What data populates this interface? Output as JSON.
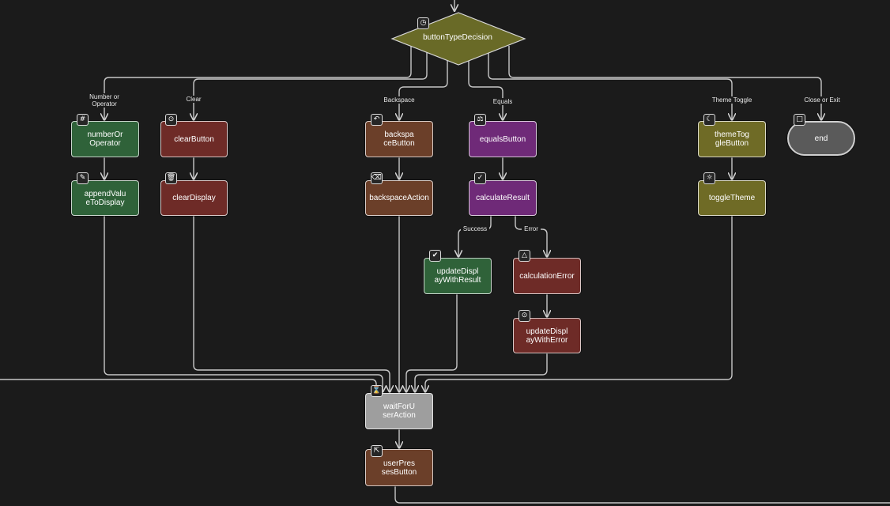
{
  "nodes": {
    "buttonTypeDecision": "buttonTypeDecision",
    "numberOrOperator": "numberOr\nOperator",
    "appendValueToDisplay": "appendValu\neToDisplay",
    "clearButton": "clearButton",
    "clearDisplay": "clearDisplay",
    "backspaceButton": "backspa\nceButton",
    "backspaceAction": "backspaceAction",
    "equalsButton": "equalsButton",
    "calculateResult": "calculateResult",
    "updateDisplayWithResult": "updateDispl\nayWithResult",
    "calculationError": "calculationError",
    "updateDisplayWithError": "updateDispl\nayWithError",
    "themeToggleButton": "themeTog\ngleButton",
    "toggleTheme": "toggleTheme",
    "end": "end",
    "waitForUserAction": "waitForU\nserAction",
    "userPressesButton": "userPres\nsesButton"
  },
  "edge_labels": {
    "number_or_operator": "Number or\nOperator",
    "clear": "Clear",
    "backspace": "Backspace",
    "equals": "Equals",
    "theme_toggle": "Theme Toggle",
    "close_or_exit": "Close or Exit",
    "success": "Success",
    "error": "Error"
  },
  "icons": {
    "decision": "clock-icon",
    "numberOrOperator": "hash-icon",
    "appendValueToDisplay": "pencil-icon",
    "clearButton": "circle-dot-icon",
    "clearDisplay": "trash-icon",
    "backspaceButton": "undo-arrow-icon",
    "backspaceAction": "backspace-icon",
    "equalsButton": "scale-icon",
    "calculateResult": "check-circle-icon",
    "updateDisplayWithResult": "check-icon",
    "calculationError": "warning-triangle-icon",
    "updateDisplayWithError": "alert-circle-icon",
    "themeToggleButton": "moon-icon",
    "toggleTheme": "sun-icon",
    "end": "stop-square-icon",
    "waitForUserAction": "hourglass-icon",
    "userPressesButton": "cursor-icon"
  },
  "colors": {
    "background": "#1b1b1b",
    "green": "#2f6239",
    "red": "#6e2b27",
    "brown": "#6b3f29",
    "purple": "#6f2a78",
    "olive": "#6f6b26",
    "gray": "#9e9e9e",
    "edge": "#c8c8c8"
  }
}
